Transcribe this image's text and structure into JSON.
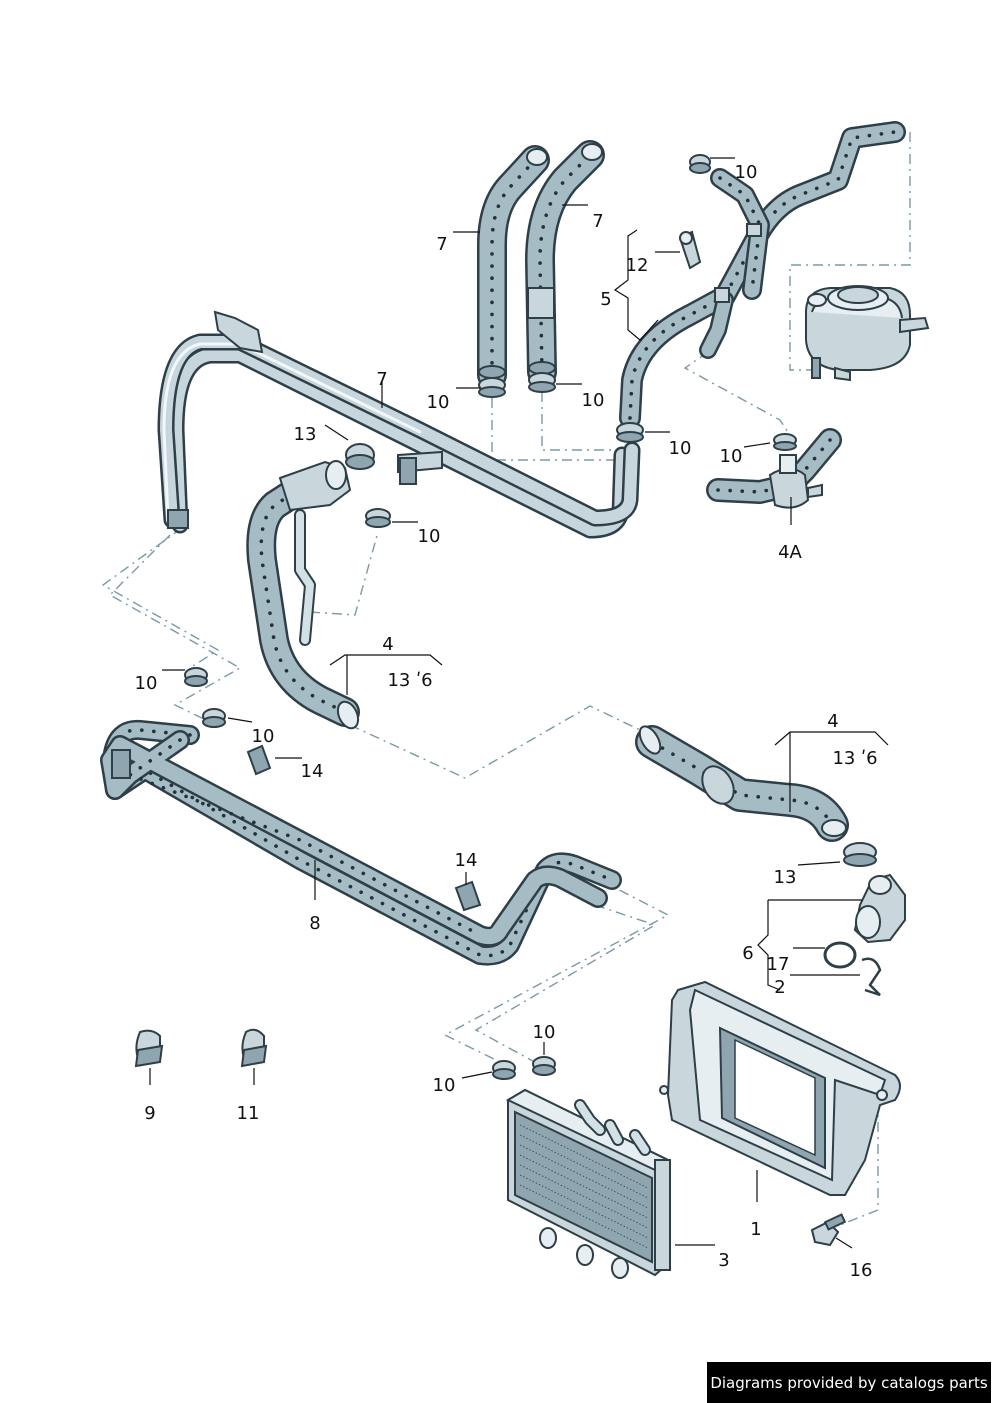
{
  "callouts": [
    {
      "id": "c-7a",
      "text": "7"
    },
    {
      "id": "c-7b",
      "text": "7"
    },
    {
      "id": "c-7c",
      "text": "7"
    },
    {
      "id": "c-10-top",
      "text": "10"
    },
    {
      "id": "c-12",
      "text": "12"
    },
    {
      "id": "c-5",
      "text": "5"
    },
    {
      "id": "c-10-a",
      "text": "10"
    },
    {
      "id": "c-10-b",
      "text": "10"
    },
    {
      "id": "c-13-a",
      "text": "13"
    },
    {
      "id": "c-10-c",
      "text": "10"
    },
    {
      "id": "c-10-d",
      "text": "10"
    },
    {
      "id": "c-10-e",
      "text": "10"
    },
    {
      "id": "c-4a",
      "text": "4A"
    },
    {
      "id": "c-4-left",
      "text": "4"
    },
    {
      "id": "c-136-left",
      "text": "13 ʹ6"
    },
    {
      "id": "c-10-f",
      "text": "10"
    },
    {
      "id": "c-10-g",
      "text": "10"
    },
    {
      "id": "c-14-a",
      "text": "14"
    },
    {
      "id": "c-4-right",
      "text": "4"
    },
    {
      "id": "c-136-right",
      "text": "13 ʹ6"
    },
    {
      "id": "c-14-b",
      "text": "14"
    },
    {
      "id": "c-8",
      "text": "8"
    },
    {
      "id": "c-13-b",
      "text": "13"
    },
    {
      "id": "c-6",
      "text": "6"
    },
    {
      "id": "c-17",
      "text": "17"
    },
    {
      "id": "c-2",
      "text": "2"
    },
    {
      "id": "c-10-h",
      "text": "10"
    },
    {
      "id": "c-10-i",
      "text": "10"
    },
    {
      "id": "c-9",
      "text": "9"
    },
    {
      "id": "c-11",
      "text": "11"
    },
    {
      "id": "c-1",
      "text": "1"
    },
    {
      "id": "c-3",
      "text": "3"
    },
    {
      "id": "c-16",
      "text": "16"
    }
  ],
  "watermark": "Diagrams provided by catalogs parts"
}
